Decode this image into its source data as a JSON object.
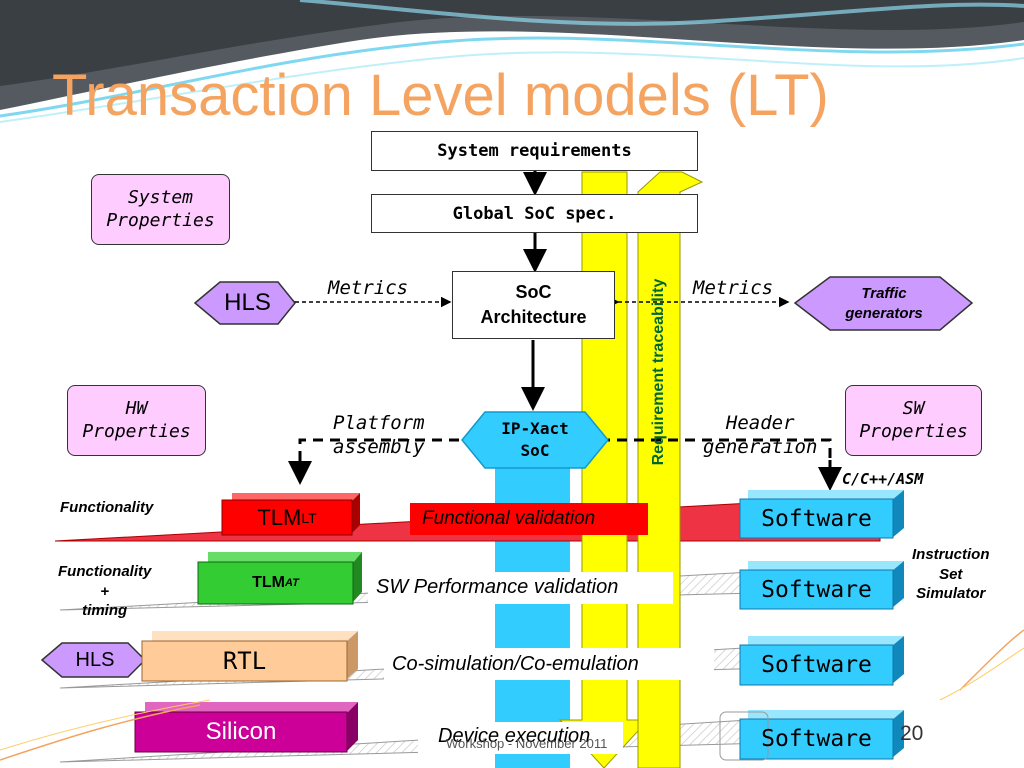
{
  "title": "Transaction Level models (LT)",
  "flow": {
    "system_requirements": "System requirements",
    "global_spec": "Global SoC spec.",
    "soc_architecture_1": "SoC",
    "soc_architecture_2": "Architecture",
    "ipxact_1": "IP-Xact",
    "ipxact_2": "SoC",
    "traceability": "Requirement traceability"
  },
  "properties": {
    "system_1": "System",
    "system_2": "Properties",
    "hw_1": "HW",
    "hw_2": "Properties",
    "sw_1": "SW",
    "sw_2": "Properties"
  },
  "labels": {
    "hls": "HLS",
    "traffic_1": "Traffic",
    "traffic_2": "generators",
    "metrics_left": "Metrics",
    "metrics_right": "Metrics",
    "platform_1": "Platform",
    "platform_2": "assembly",
    "header_1": "Header",
    "header_2": "generation",
    "cpp_asm": "C/C++/ASM",
    "functionality": "Functionality",
    "functionality_timing_1": "Functionality",
    "functionality_timing_2": "+",
    "functionality_timing_3": "timing",
    "iss_1": "Instruction",
    "iss_2": "Set",
    "iss_3": "Simulator",
    "hls_small": "HLS"
  },
  "levels": [
    {
      "block": "TLM",
      "sub": "LT",
      "banner": "Functional validation",
      "software": "Software",
      "color": "#ff0000"
    },
    {
      "block": "TLM",
      "sub": "AT",
      "banner": "SW Performance validation",
      "software": "Software",
      "color": "#33cc33"
    },
    {
      "block": "RTL",
      "sub": "",
      "banner": "Co-simulation/Co-emulation",
      "software": "Software",
      "color": "#ffcc99"
    },
    {
      "block": "Silicon",
      "sub": "",
      "banner": "Device execution",
      "software": "Software",
      "color": "#cc0099"
    }
  ],
  "footer": "Workshop - November 2011",
  "page_number": "20",
  "colors": {
    "title": "#f4a460",
    "yellow_arrow": "#ffff00",
    "cyan_column": "#33ccff",
    "software": "#33ccff",
    "property": "#ffccff",
    "traffic": "#cc99ff",
    "traceability_text": "#006633"
  }
}
